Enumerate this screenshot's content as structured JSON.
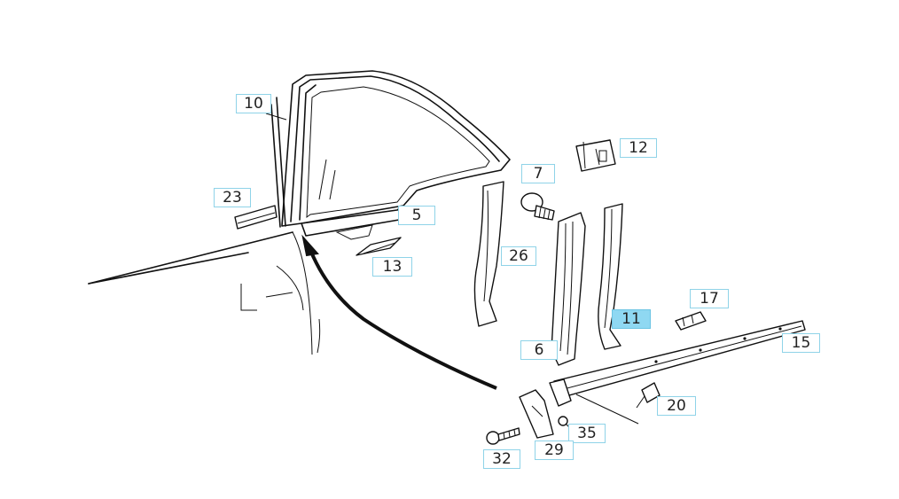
{
  "diagram": {
    "callouts": [
      {
        "id": "10",
        "label": "10"
      },
      {
        "id": "23",
        "label": "23"
      },
      {
        "id": "5",
        "label": "5"
      },
      {
        "id": "13",
        "label": "13"
      },
      {
        "id": "26",
        "label": "26"
      },
      {
        "id": "7",
        "label": "7"
      },
      {
        "id": "12",
        "label": "12"
      },
      {
        "id": "6",
        "label": "6"
      },
      {
        "id": "11",
        "label": "11",
        "highlighted": true
      },
      {
        "id": "17",
        "label": "17"
      },
      {
        "id": "15",
        "label": "15"
      },
      {
        "id": "20",
        "label": "20"
      },
      {
        "id": "35",
        "label": "35"
      },
      {
        "id": "29",
        "label": "29"
      },
      {
        "id": "32",
        "label": "32"
      }
    ],
    "colors": {
      "callout_border": "#8fd3e8",
      "highlight_fill": "#8fd8f2",
      "line": "#111111"
    }
  }
}
